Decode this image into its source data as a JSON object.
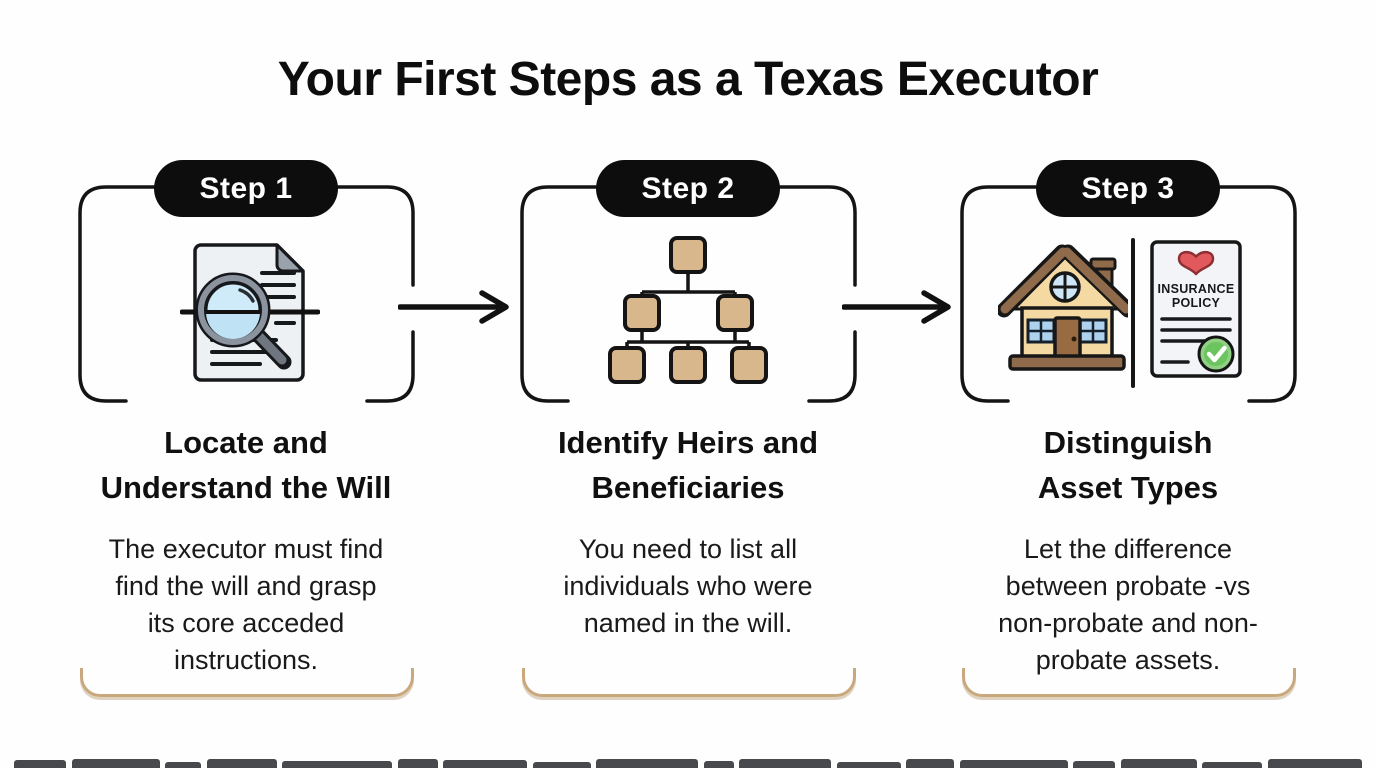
{
  "title": "Your First Steps as a Texas Executor",
  "steps": [
    {
      "badge": "Step 1",
      "icon": "document-magnifier-icon",
      "heading": "Locate and\nUnderstand the Will",
      "body": "The executor must find\nfind the will and grasp\nits core acceded\ninstructions."
    },
    {
      "badge": "Step 2",
      "icon": "family-tree-icon",
      "heading": "Identify Heirs and\nBeneficiaries",
      "body": "You need to list all\nindividuals who were\nnamed in the will."
    },
    {
      "badge": "Step 3",
      "icon": "house-and-insurance-policy-icon",
      "heading": "Distinguish\nAsset Types",
      "body": "Let the difference\nbetween probate -vs\nnon-probate and non-\nprobate assets.",
      "policy": {
        "title_line1": "INSURANCE",
        "title_line2": "POLICY"
      }
    }
  ],
  "colors": {
    "background": "#fefefe",
    "badge_black": "#0d0d0d",
    "outline_black": "#141414",
    "node_tan": "#d9b78c",
    "lens_blue": "#cfeaf8",
    "house_wall_tan": "#f5d9a3",
    "roof_brown": "#8f6b4c",
    "window_blue": "#aed1ee",
    "heart_red": "#e2595d",
    "check_green": "#6cc45e",
    "bracket_tan": "#c8a87c",
    "cutoff_gray": "#47494c"
  }
}
